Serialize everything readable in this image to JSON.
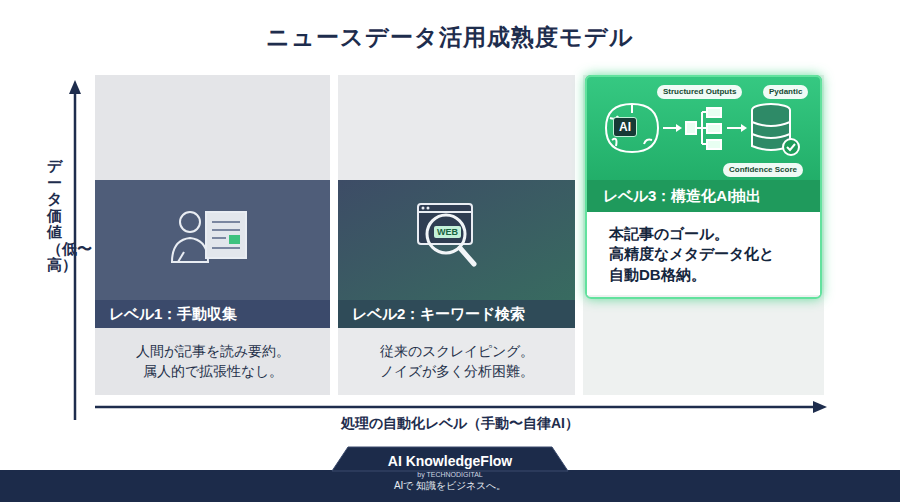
{
  "diagram": {
    "title": "ニュースデータ活用成熟度モデル",
    "nodes": [
      {
        "text": [
          "レベル1：手動収集",
          "人間が記事を読み要約。 属人的で拡張性なし。"
        ]
      },
      {
        "text": [
          "レベル2：キーワード検索",
          "従来のスクレイピング。 ノイズが多く分析困難。"
        ]
      },
      {
        "text": [
          "レベル3：構造化AI抽出",
          "本記事のゴール。 高精度なメタデータ化と 自動DB格納。"
        ]
      },
      {
        "text": [
          "Structured Outputs"
        ],
        "in": 2
      },
      {
        "text": [
          "Pydantic"
        ],
        "in": 2
      },
      {
        "text": [
          "AI"
        ],
        "in": 2
      },
      {
        "text": [
          "Confidence Score"
        ],
        "in": 2
      },
      {
        "text": [
          "AI KnowledgeFlow",
          "by TECHNODIGITAL",
          "AIで 知識をビジネスへ。"
        ]
      }
    ],
    "labels": [
      "データ価値（低〜高）",
      "処理の自動化レベル（手動〜自律AI）",
      "WEB"
    ]
  }
}
